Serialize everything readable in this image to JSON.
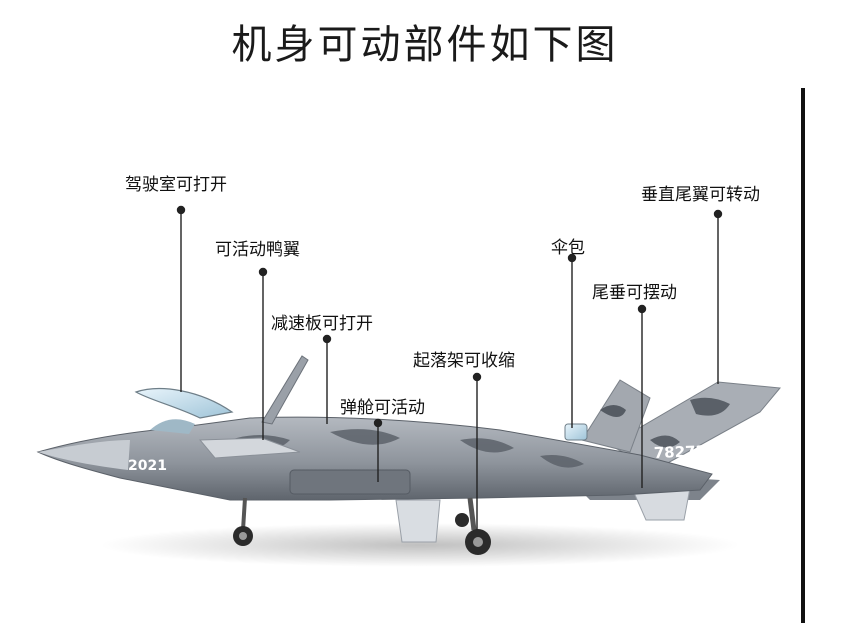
{
  "page": {
    "title": "机身可动部件如下图"
  },
  "callouts": {
    "cockpit": "驾驶室可打开",
    "canard": "可活动鸭翼",
    "speed_brake": "减速板可打开",
    "weapons_bay": "弹舱可活动",
    "landing_gear": "起落架可收缩",
    "chute": "伞包",
    "tail_swing": "尾垂可摆动",
    "vertical_tail": "垂直尾翼可转动"
  },
  "aircraft": {
    "nose_number": "2021",
    "tail_number": "78272"
  },
  "colors": {
    "camo_light": "#9aa0a8",
    "camo_dark": "#4c525a",
    "leader": "#222222"
  }
}
